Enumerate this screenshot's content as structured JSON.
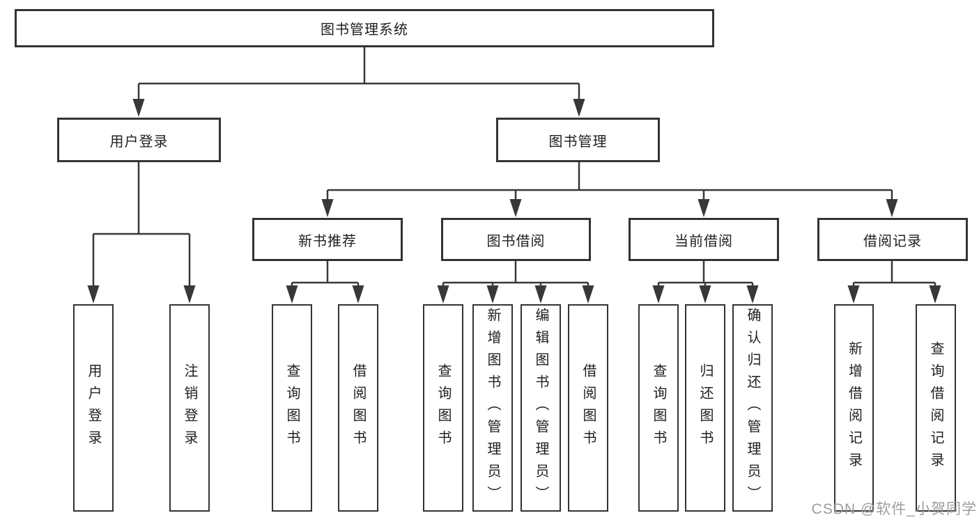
{
  "diagram": {
    "root": {
      "label": "图书管理系统"
    },
    "level2": [
      {
        "label": "用户登录",
        "children": [
          {
            "label": "用户登录"
          },
          {
            "label": "注销登录"
          }
        ]
      },
      {
        "label": "图书管理",
        "children": [
          {
            "label": "新书推荐",
            "children": [
              {
                "label": "查询图书"
              },
              {
                "label": "借阅图书"
              }
            ]
          },
          {
            "label": "图书借阅",
            "children": [
              {
                "label": "查询图书"
              },
              {
                "label": "新增图书（管理员）"
              },
              {
                "label": "编辑图书（管理员）"
              },
              {
                "label": "借阅图书"
              }
            ]
          },
          {
            "label": "当前借阅",
            "children": [
              {
                "label": "查询图书"
              },
              {
                "label": "归还图书"
              },
              {
                "label": "确认归还（管理员）"
              }
            ]
          },
          {
            "label": "借阅记录",
            "children": [
              {
                "label": "新增借阅记录"
              },
              {
                "label": "查询借阅记录"
              }
            ]
          }
        ]
      }
    ],
    "watermark": "CSDN @软件_小贺同学",
    "colors": {
      "line": "#383838",
      "border": "#333333",
      "text": "#1f1f1f",
      "watermark": "#9d9d9d",
      "background": "#ffffff"
    }
  }
}
